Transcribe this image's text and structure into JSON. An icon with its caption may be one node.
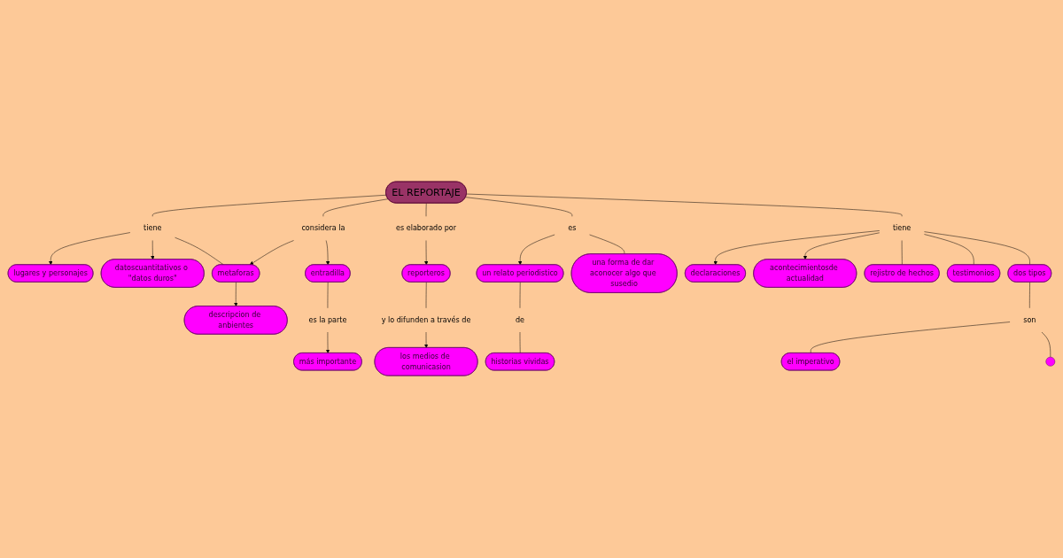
{
  "diagram": {
    "nodes": [
      {
        "text": [
          "EL REPORTAJE"
        ]
      },
      {
        "text": [
          "tiene"
        ]
      },
      {
        "text": [
          "lugares y personajes"
        ]
      },
      {
        "text": [
          "datoscuantitativos o \"datos duros\""
        ]
      },
      {
        "text": [
          "metaforas"
        ]
      },
      {
        "text": [
          "descripcion de anbientes"
        ]
      },
      {
        "text": [
          "considera la"
        ]
      },
      {
        "text": [
          "entradilla"
        ]
      },
      {
        "text": [
          "es la parte"
        ]
      },
      {
        "text": [
          "más importante"
        ]
      },
      {
        "text": [
          "es elaborado por"
        ]
      },
      {
        "text": [
          "reporteros"
        ]
      },
      {
        "text": [
          "y lo difunden a través de"
        ]
      },
      {
        "text": [
          "los medios de comunicasion"
        ]
      },
      {
        "text": [
          "es"
        ]
      },
      {
        "text": [
          "un relato periodistico"
        ]
      },
      {
        "text": [
          "una forma de dar aconocer algo que susedio"
        ]
      },
      {
        "text": [
          "de"
        ]
      },
      {
        "text": [
          "historias vividas"
        ]
      },
      {
        "text": [
          "tiene"
        ]
      },
      {
        "text": [
          "declaraciones"
        ]
      },
      {
        "text": [
          "acontecimientosde actualidad"
        ]
      },
      {
        "text": [
          "rejistro de hechos"
        ]
      },
      {
        "text": [
          "testimonios"
        ]
      },
      {
        "text": [
          "dos tipos"
        ]
      },
      {
        "text": [
          "son"
        ]
      },
      {
        "text": [
          "el imperativo"
        ]
      },
      {
        "text": [],
        "shape": "circle"
      }
    ],
    "edges": [
      {
        "from": 0,
        "to": 1,
        "arrow": "none"
      },
      {
        "from": 1,
        "to": 2,
        "arrow": "to"
      },
      {
        "from": 1,
        "to": 3,
        "arrow": "to"
      },
      {
        "from": 1,
        "to": 4,
        "arrow": "none"
      },
      {
        "from": 4,
        "to": 5,
        "arrow": "to"
      },
      {
        "from": 0,
        "to": 6,
        "arrow": "none"
      },
      {
        "from": 6,
        "to": 4,
        "arrow": "to"
      },
      {
        "from": 6,
        "to": 7,
        "arrow": "to"
      },
      {
        "from": 7,
        "to": 8,
        "arrow": "none"
      },
      {
        "from": 8,
        "to": 9,
        "arrow": "to"
      },
      {
        "from": 0,
        "to": 10,
        "arrow": "none"
      },
      {
        "from": 10,
        "to": 11,
        "arrow": "to"
      },
      {
        "from": 11,
        "to": 12,
        "arrow": "none"
      },
      {
        "from": 12,
        "to": 13,
        "arrow": "to"
      },
      {
        "from": 0,
        "to": 14,
        "arrow": "none"
      },
      {
        "from": 14,
        "to": 15,
        "arrow": "to"
      },
      {
        "from": 14,
        "to": 16,
        "arrow": "none"
      },
      {
        "from": 15,
        "to": 17,
        "arrow": "none"
      },
      {
        "from": 17,
        "to": 18,
        "arrow": "none"
      },
      {
        "from": 0,
        "to": 19,
        "arrow": "none"
      },
      {
        "from": 19,
        "to": 20,
        "arrow": "to"
      },
      {
        "from": 19,
        "to": 21,
        "arrow": "to"
      },
      {
        "from": 19,
        "to": 22,
        "arrow": "none"
      },
      {
        "from": 19,
        "to": 23,
        "arrow": "none"
      },
      {
        "from": 19,
        "to": 24,
        "arrow": "none"
      },
      {
        "from": 24,
        "to": 25,
        "arrow": "none"
      },
      {
        "from": 25,
        "to": 26,
        "arrow": "none"
      },
      {
        "from": 25,
        "to": 27,
        "arrow": "none"
      }
    ]
  }
}
